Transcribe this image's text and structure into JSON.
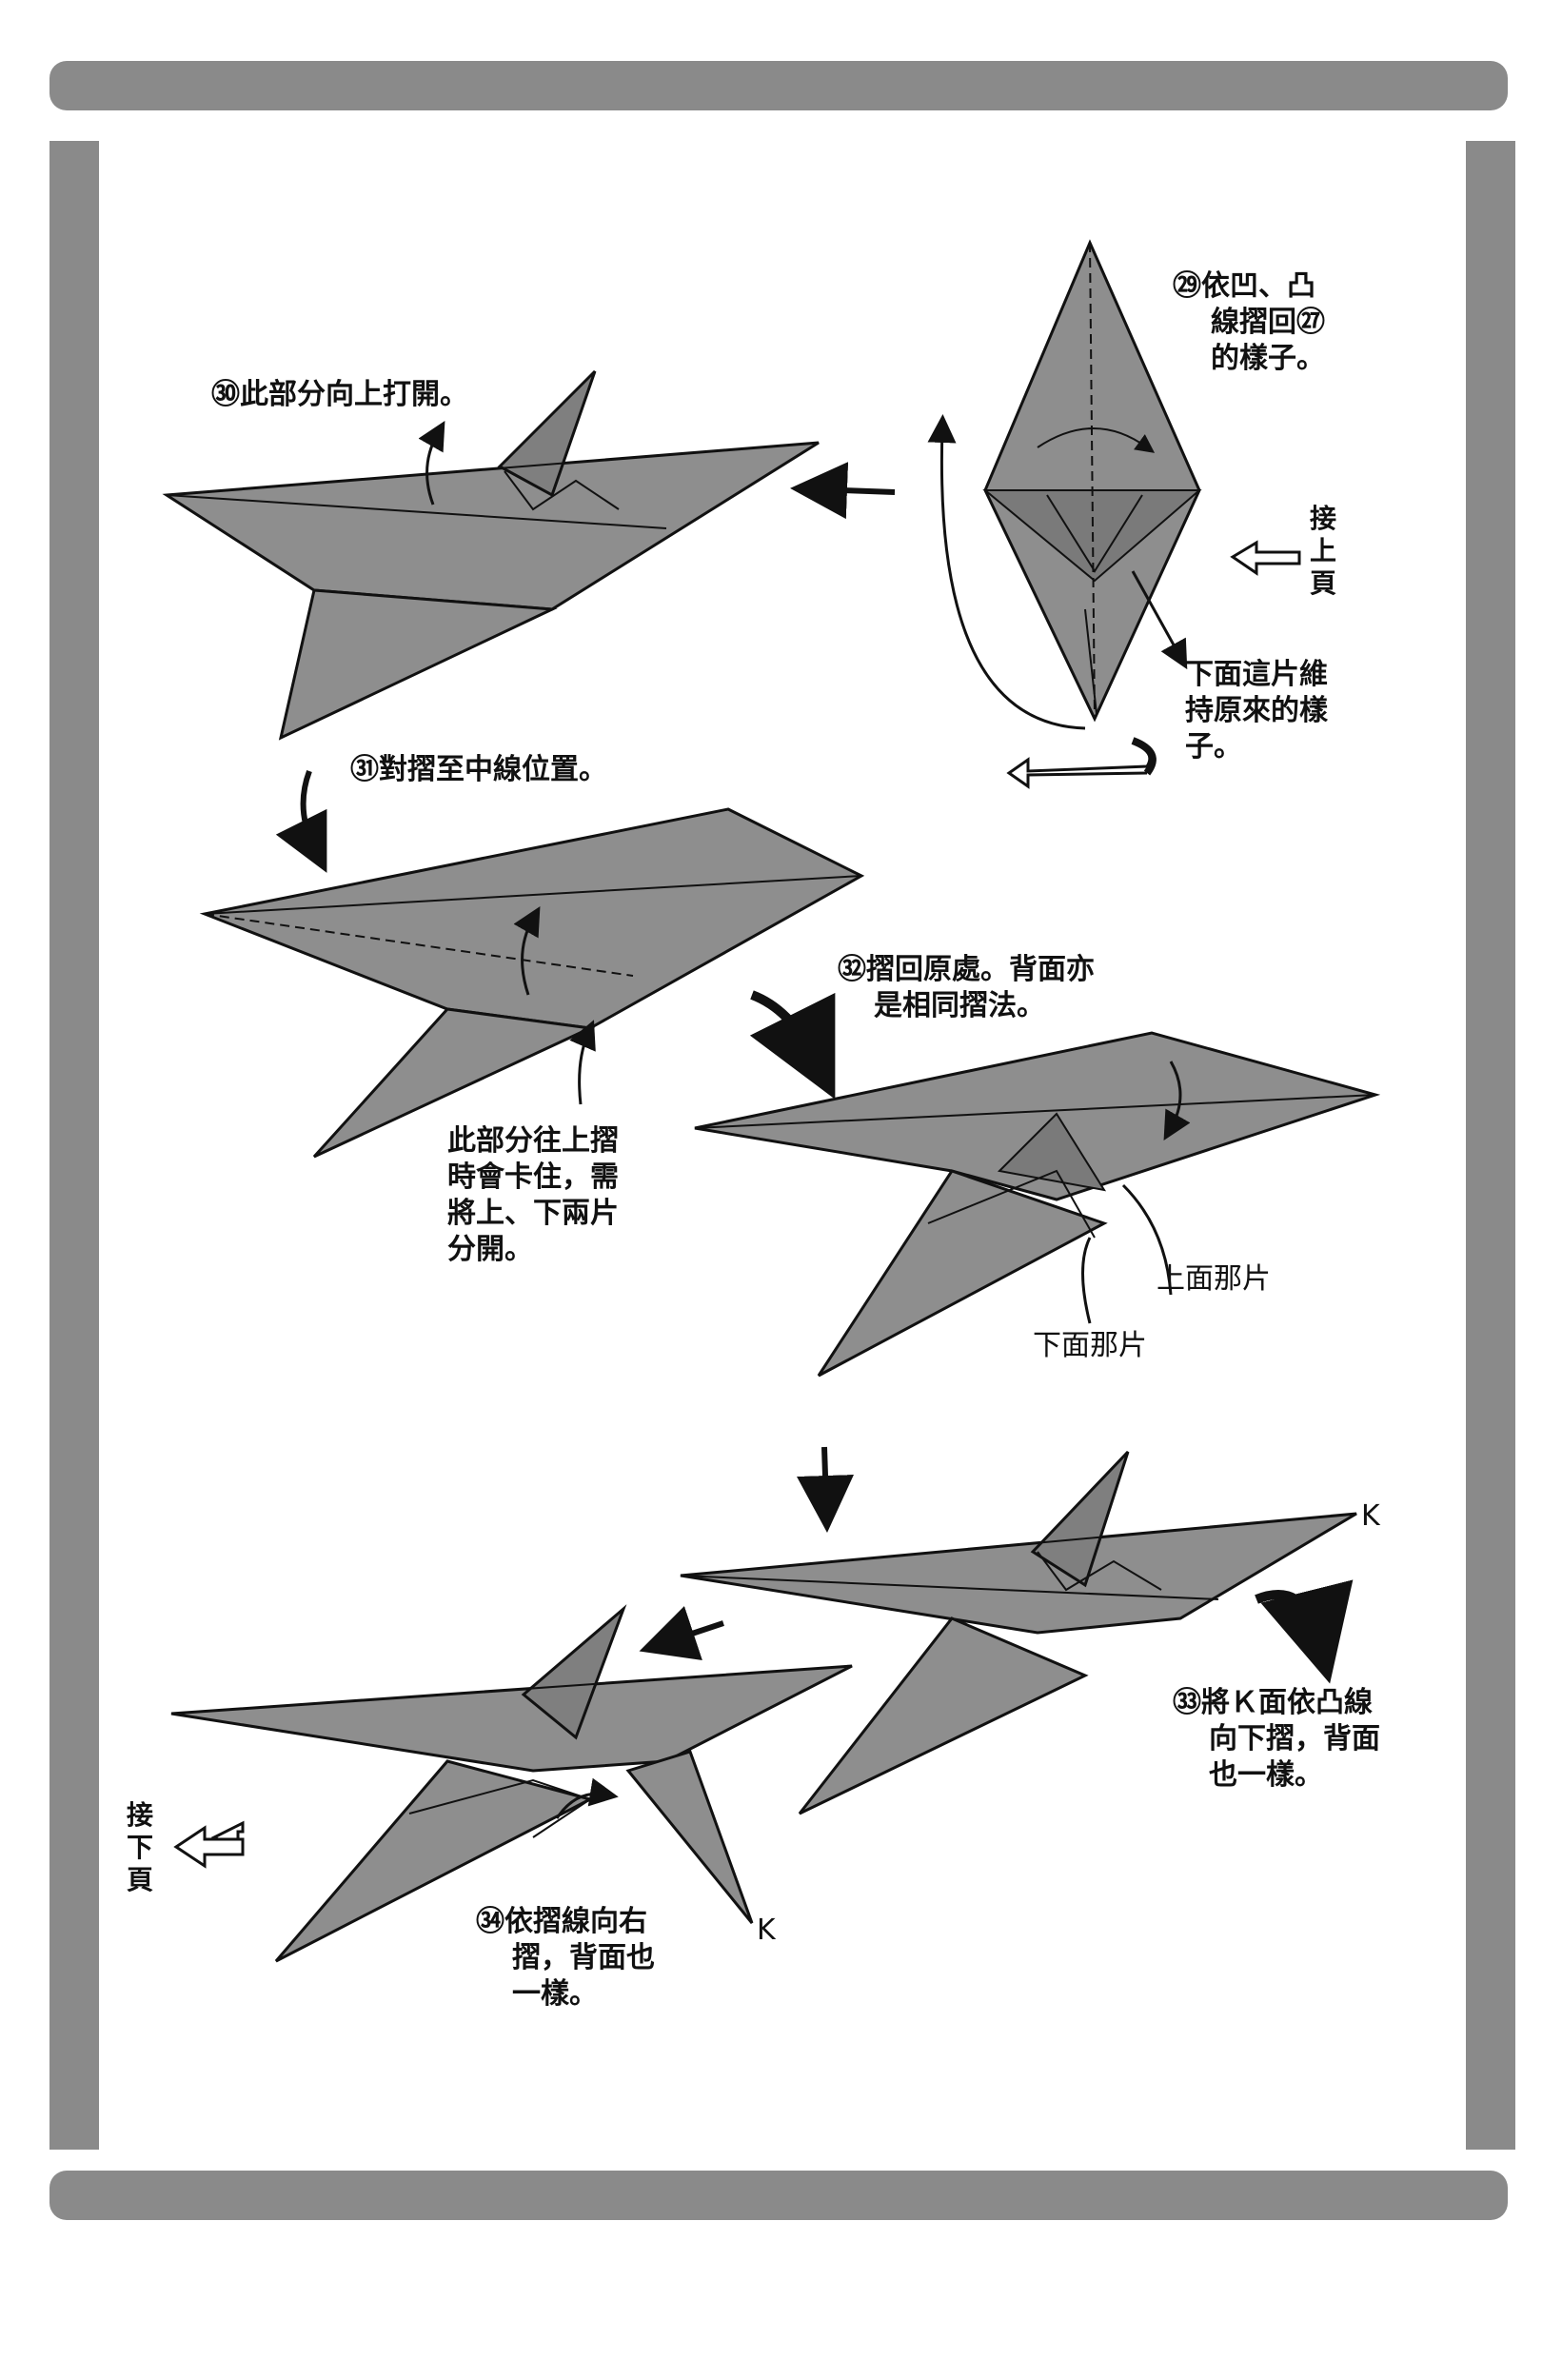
{
  "steps": {
    "s29": {
      "lines": [
        "㉙依凹、凸",
        "線摺回㉗",
        "的樣子。"
      ]
    },
    "s30": {
      "text": "㉚此部分向上打開。"
    },
    "s31": {
      "text": "㉛對摺至中線位置。"
    },
    "s32": {
      "lines": [
        "㉜摺回原處。背面亦",
        "是相同摺法。"
      ]
    },
    "s33": {
      "lines": [
        "㉝將Ｋ面依凸線",
        "向下摺，背面",
        "也一樣。"
      ]
    },
    "s34": {
      "lines": [
        "㉞依摺線向右",
        "摺，背面也",
        "一樣。"
      ]
    }
  },
  "notes": {
    "keep_shape": [
      "下面這片維",
      "持原來的樣",
      "子。"
    ],
    "separate": [
      "此部分往上摺",
      "時會卡住，需",
      "將上、下兩片",
      "分開。"
    ],
    "upper_piece": "上面那片",
    "lower_piece": "下面那片"
  },
  "navigation": {
    "prev_page": [
      "接",
      "上",
      "頁"
    ],
    "next_page": [
      "接",
      "下",
      "頁"
    ]
  },
  "labels": {
    "k_top": "K",
    "k_bottom": "K"
  },
  "colors": {
    "paper": "#8e8e8e",
    "paper_dark": "#6f6f6f",
    "ink": "#111111",
    "frame": "#8a8a8a"
  }
}
